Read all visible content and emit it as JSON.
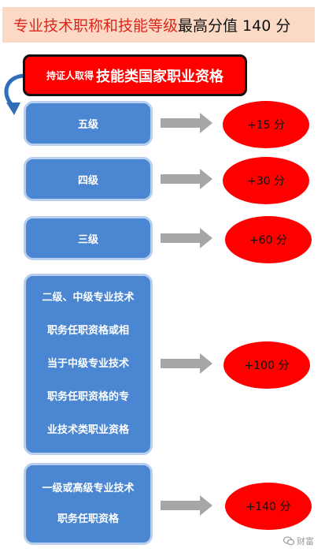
{
  "header": {
    "highlight": "专业技术职称和技能等级",
    "rest": "最高分值 140 分"
  },
  "banner": {
    "small": "持证人取得",
    "big": "技能类国家职业资格"
  },
  "levels": [
    {
      "lines": [
        "五级"
      ],
      "points": "+15 分"
    },
    {
      "lines": [
        "四级"
      ],
      "points": "+30 分"
    },
    {
      "lines": [
        "三级"
      ],
      "points": "+60 分"
    },
    {
      "lines": [
        "二级、中级专业技术",
        "职务任职资格或相",
        "当于中级专业技术",
        "职务任职资格的专",
        "业技术类职业资格"
      ],
      "points": "+100 分"
    },
    {
      "lines": [
        "一级或高级专业技术",
        "职务任职资格"
      ],
      "points": "+140 分"
    }
  ],
  "watermark": {
    "icon": "wechat-icon",
    "text": "财富"
  },
  "colors": {
    "header_bg": "#fbd9c5",
    "header_highlight": "#e0251b",
    "banner_bg": "#ff0000",
    "box_bg": "#4a86d1",
    "box_border": "#b8cff0",
    "arrow": "#a6a6a6",
    "circle": "#ff0000"
  }
}
